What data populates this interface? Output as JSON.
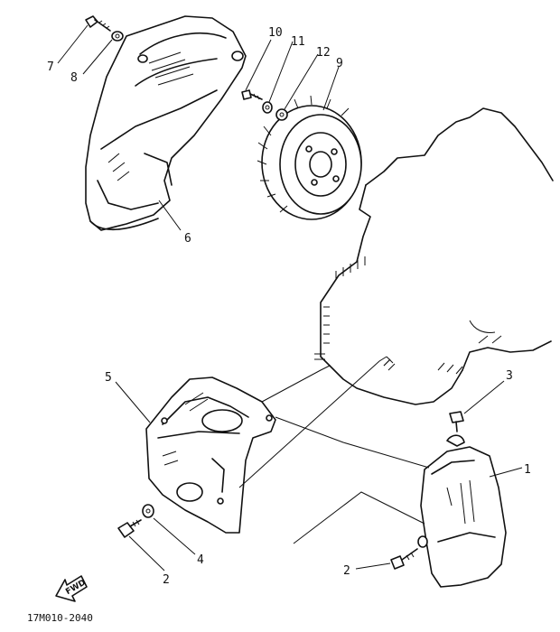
{
  "diagram": {
    "callouts": {
      "c1": "1",
      "c2a": "2",
      "c2b": "2",
      "c3": "3",
      "c4": "4",
      "c5": "5",
      "c6": "6",
      "c7": "7",
      "c8": "8",
      "c9": "9",
      "c10": "10",
      "c11": "11",
      "c12": "12"
    },
    "drawing_code": "17M010-2040",
    "fwd_label": "FWD",
    "line_color": "#111111",
    "background": "#ffffff"
  }
}
